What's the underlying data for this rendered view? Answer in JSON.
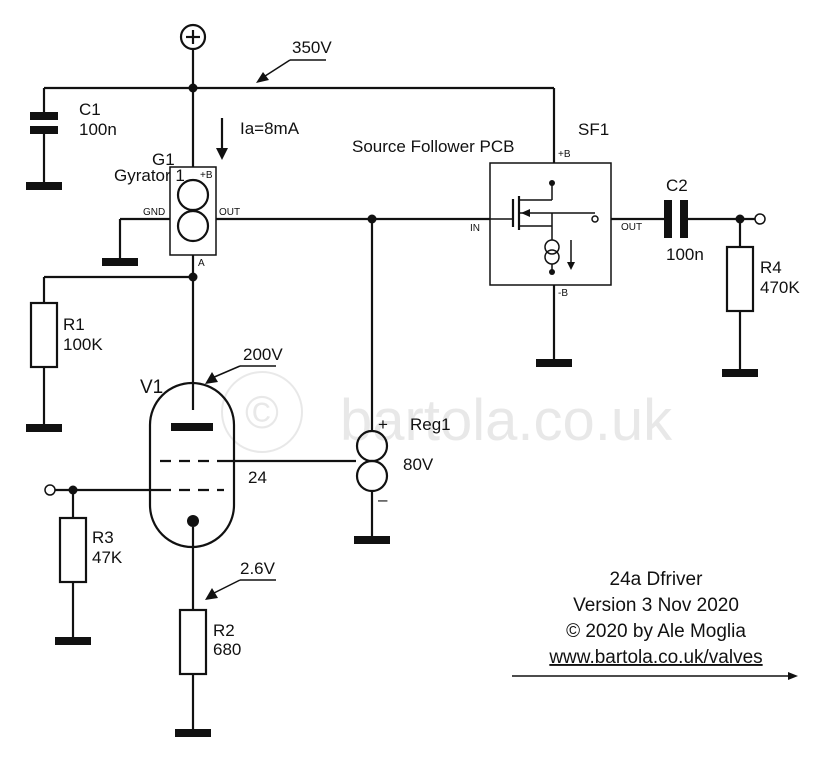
{
  "components": {
    "c1": {
      "ref": "C1",
      "value": "100n"
    },
    "c2": {
      "ref": "C2",
      "value": "100n"
    },
    "r1": {
      "ref": "R1",
      "value": "100K"
    },
    "r2": {
      "ref": "R2",
      "value": "680"
    },
    "r3": {
      "ref": "R3",
      "value": "47K"
    },
    "r4": {
      "ref": "R4",
      "value": "470K"
    },
    "g1": {
      "ref": "G1",
      "name": "Gyrator 1",
      "pin_b": "+B",
      "pin_gnd": "GND",
      "pin_out": "OUT",
      "pin_a": "A",
      "current": "Ia=8mA"
    },
    "sf1": {
      "ref": "SF1",
      "name": "Source Follower PCB",
      "pin_b_plus": "+B",
      "pin_b_minus": "-B",
      "pin_in": "IN",
      "pin_out": "OUT"
    },
    "reg1": {
      "ref": "Reg1",
      "value": "80V",
      "plus": "+",
      "minus": "–"
    },
    "v1": {
      "ref": "V1",
      "type": "24"
    }
  },
  "voltages": {
    "supply": "350V",
    "anode": "200V",
    "cathode": "2.6V",
    "supply_symbol": "+"
  },
  "footer": {
    "title": "24a Dfriver",
    "version": "Version 3  Nov 2020",
    "copyright": "© 2020 by Ale Moglia",
    "url": "www.bartola.co.uk/valves"
  },
  "watermark": {
    "text": "bartola.co.uk",
    "symbol": "©"
  }
}
